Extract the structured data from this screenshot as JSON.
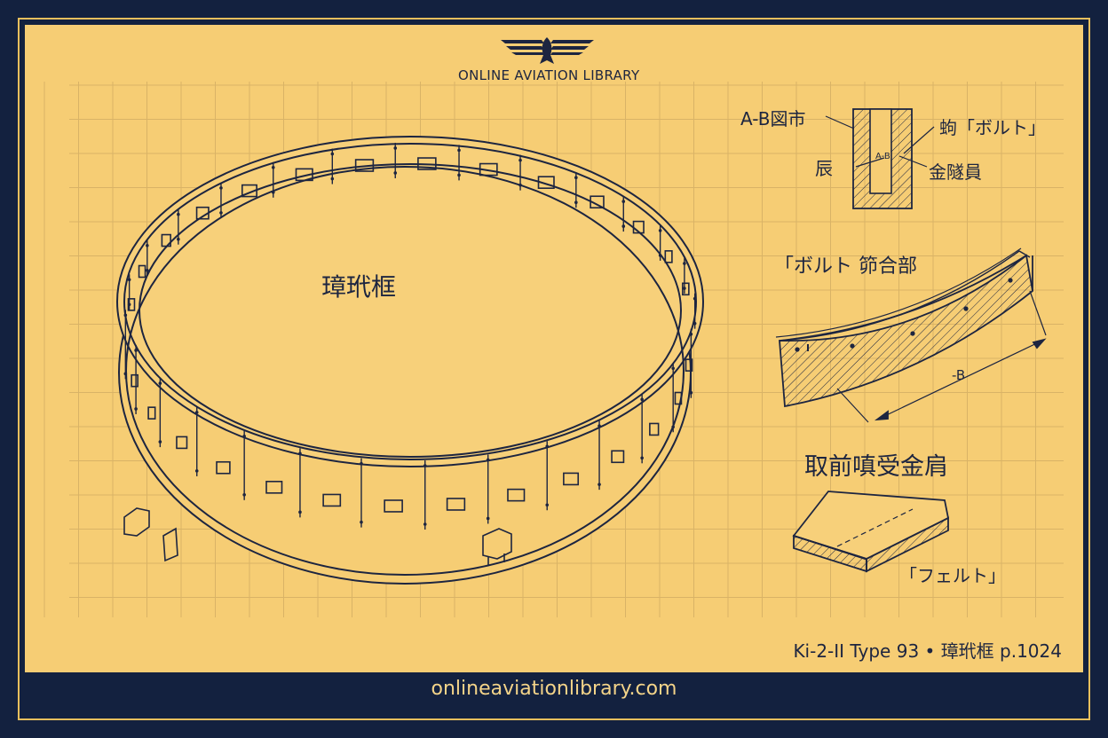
{
  "brand": {
    "name": "ONLINE AVIATION LIBRARY",
    "logo_icon": "winged-emblem-icon"
  },
  "labels": {
    "ring": "璋玳框",
    "section_title": "A-B図市",
    "bolt": "蚼「ボルト」",
    "left_small": "辰",
    "fitting": "金隧員",
    "section_inner": "A-B",
    "joint_title": "「ボルト 笷合部",
    "dimension": "-B",
    "receiver_title": "取前嗔受金肩",
    "felt": "「フェルト」"
  },
  "caption": "Ki-2-II Type 93 • 璋玳框 p.1024",
  "footer_url": "onlineaviationlibrary.com",
  "colors": {
    "background": "#13213f",
    "paper": "#f6cd74",
    "ink": "#1d2540",
    "grid": "#d9b366",
    "gold": "#e7bf5d"
  }
}
